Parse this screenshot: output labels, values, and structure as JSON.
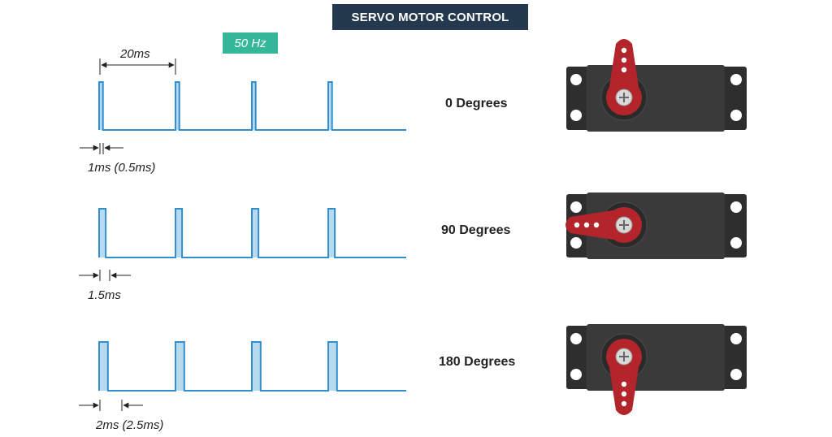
{
  "title": "SERVO MOTOR CONTROL",
  "frequency_badge": "50 Hz",
  "period_label": "20ms",
  "colors": {
    "title_bg": "#25394e",
    "badge_bg": "#35b89a",
    "signal_line": "#2f8fcf",
    "pulse_fill": "#b9d9ef",
    "servo_body": "#2e2e2e",
    "servo_horn": "#b3252b"
  },
  "rows": [
    {
      "pulse_label": "1ms  (0.5ms)",
      "position_label": "0 Degrees",
      "pulse_ms": 1,
      "horn_angle": "up"
    },
    {
      "pulse_label": "1.5ms",
      "position_label": "90 Degrees",
      "pulse_ms": 1.5,
      "horn_angle": "left"
    },
    {
      "pulse_label": "2ms  (2.5ms)",
      "position_label": "180 Degrees",
      "pulse_ms": 2,
      "horn_angle": "down"
    }
  ]
}
